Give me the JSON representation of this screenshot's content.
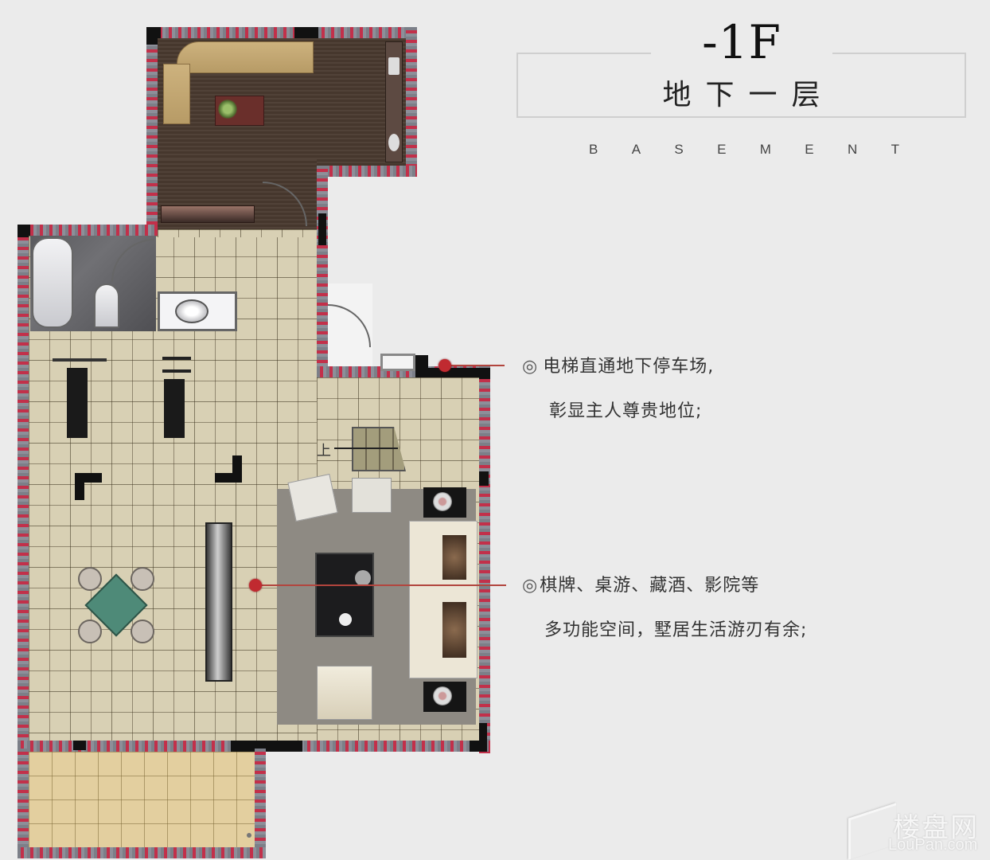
{
  "header": {
    "level_code": "-1F",
    "level_name": "地下一层",
    "level_name_en_letters": [
      "B",
      "A",
      "S",
      "E",
      "M",
      "E",
      "N",
      "T"
    ]
  },
  "annotations": [
    {
      "mark": "◎",
      "line1": "电梯直通地下停车场,",
      "line2": "彰显主人尊贵地位;"
    },
    {
      "mark": "◎",
      "line1": "棋牌、桌游、藏酒、影院等",
      "line2": "多功能空间，墅居生活游刃有余;"
    }
  ],
  "plan": {
    "stair_label": "上",
    "colors": {
      "background": "#ebebeb",
      "callout": "#c02a30",
      "wall_red": "#c2304a",
      "floor_tile": "#d8d0b4",
      "wood_floor": "#4a3a30",
      "terrace": "#e3cf9f",
      "game_table": "#4e8a78"
    }
  },
  "watermark": {
    "cn": "楼盘网",
    "en": "LouPan.com"
  }
}
